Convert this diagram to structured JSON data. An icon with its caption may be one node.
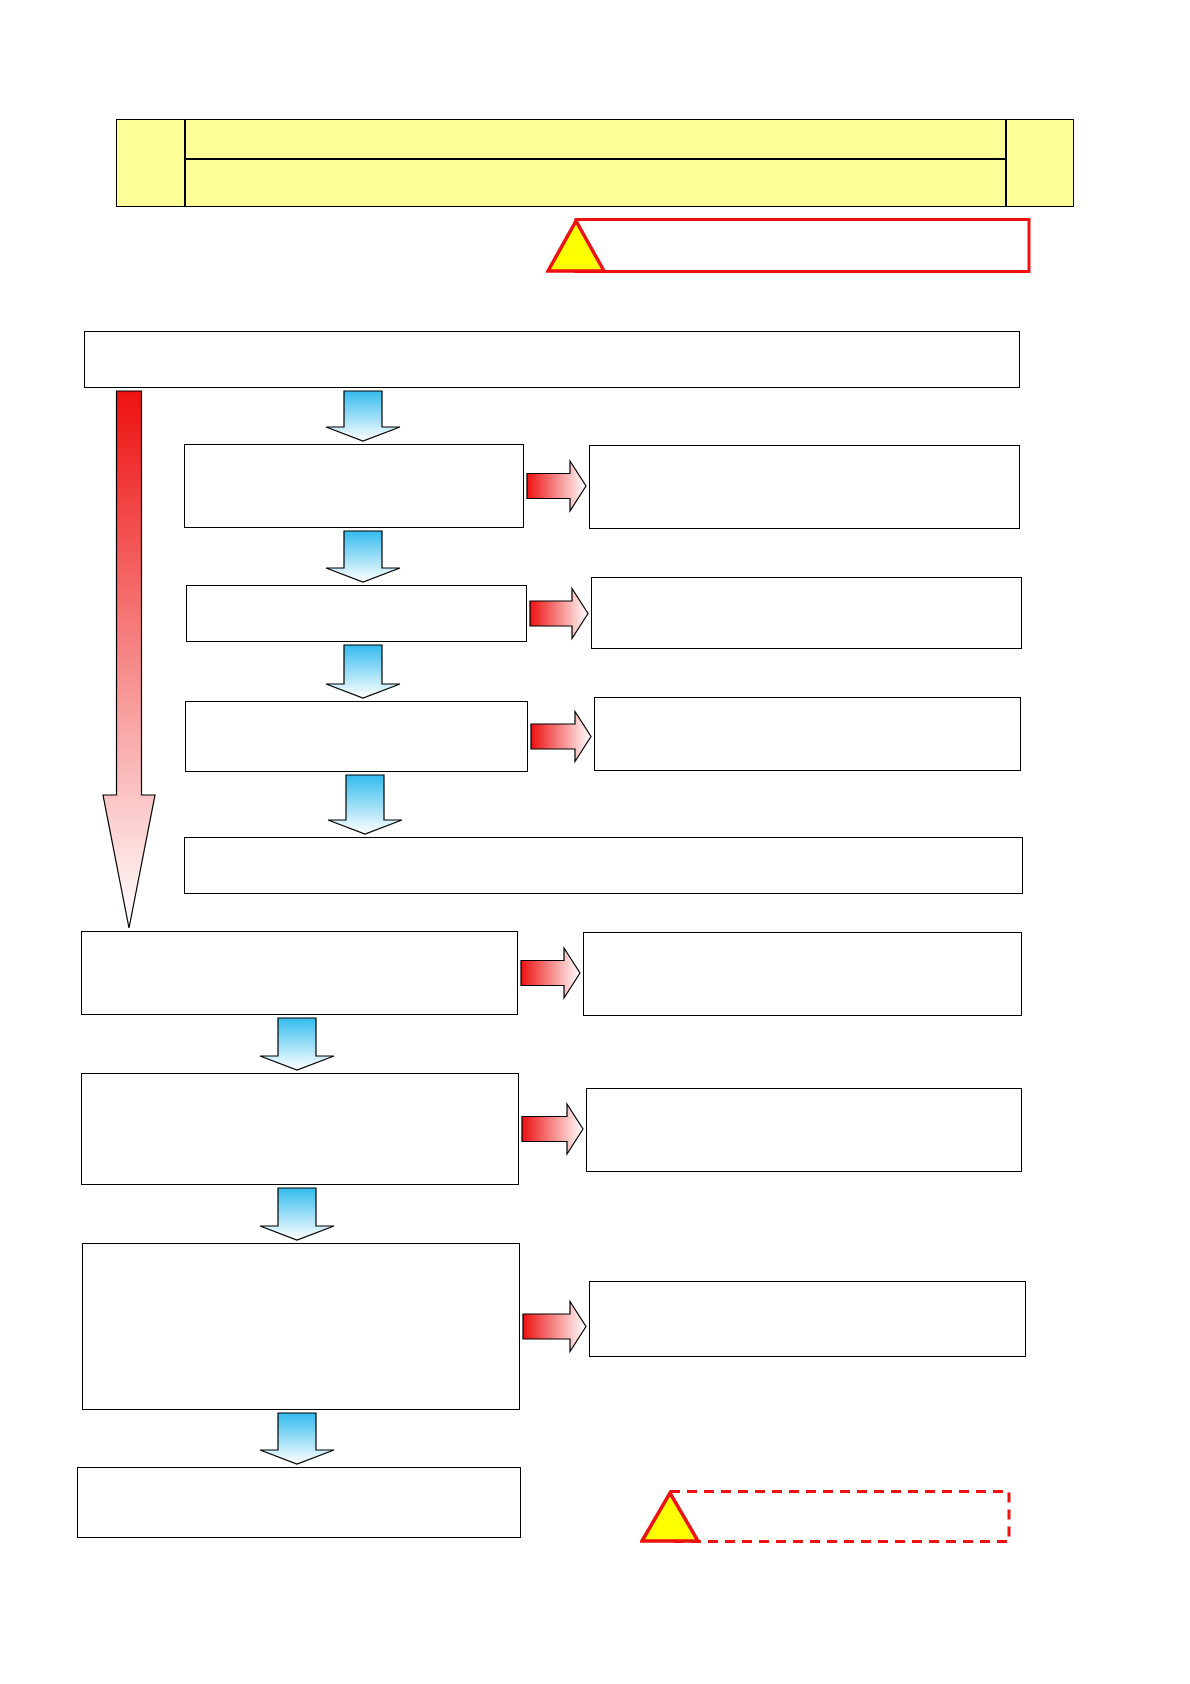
{
  "diagram": {
    "nodes": [
      {
        "text": [],
        "shape": "box"
      },
      {
        "text": [],
        "shape": "box",
        "in": 0
      },
      {
        "text": [],
        "shape": "box",
        "in": 0
      },
      {
        "text": [],
        "shape": "box",
        "in": 0
      },
      {
        "text": [],
        "shape": "box",
        "in": 0
      },
      {
        "text": [],
        "shape": "box"
      },
      {
        "text": [],
        "shape": "box"
      },
      {
        "text": [],
        "shape": "box"
      },
      {
        "text": [],
        "shape": "box"
      },
      {
        "text": [],
        "shape": "box"
      },
      {
        "text": [],
        "shape": "box"
      },
      {
        "text": [],
        "shape": "box"
      },
      {
        "text": [],
        "shape": "box"
      },
      {
        "text": [],
        "shape": "box"
      },
      {
        "text": [],
        "shape": "box"
      },
      {
        "text": [],
        "shape": "box"
      },
      {
        "text": [],
        "shape": "box"
      },
      {
        "text": [],
        "shape": "box"
      },
      {
        "text": [],
        "shape": "box"
      },
      {
        "text": [],
        "shape": "box"
      },
      {
        "text": [],
        "shape": "box"
      },
      {
        "text": [],
        "shape": "box"
      }
    ],
    "edges": [
      {
        "from": 6,
        "to": 7,
        "arrow": "to",
        "color": "#33bbee"
      },
      {
        "from": 7,
        "to": 8,
        "arrow": "to",
        "color": "#ee1111"
      },
      {
        "from": 7,
        "to": 9,
        "arrow": "to",
        "color": "#33bbee"
      },
      {
        "from": 9,
        "to": 10,
        "arrow": "to",
        "color": "#ee1111"
      },
      {
        "from": 9,
        "to": 11,
        "arrow": "to",
        "color": "#33bbee"
      },
      {
        "from": 11,
        "to": 12,
        "arrow": "to",
        "color": "#ee1111"
      },
      {
        "from": 11,
        "to": 13,
        "arrow": "to",
        "color": "#33bbee"
      },
      {
        "from": 6,
        "to": 14,
        "arrow": "to",
        "style": "thick",
        "color": "#ee1111"
      },
      {
        "from": 14,
        "to": 15,
        "arrow": "to",
        "color": "#ee1111"
      },
      {
        "from": 14,
        "to": 16,
        "arrow": "to",
        "color": "#33bbee"
      },
      {
        "from": 16,
        "to": 17,
        "arrow": "to",
        "color": "#ee1111"
      },
      {
        "from": 16,
        "to": 18,
        "arrow": "to",
        "color": "#33bbee"
      },
      {
        "from": 18,
        "to": 19,
        "arrow": "to",
        "color": "#ee1111"
      },
      {
        "from": 18,
        "to": 20,
        "arrow": "to",
        "color": "#33bbee"
      }
    ]
  }
}
